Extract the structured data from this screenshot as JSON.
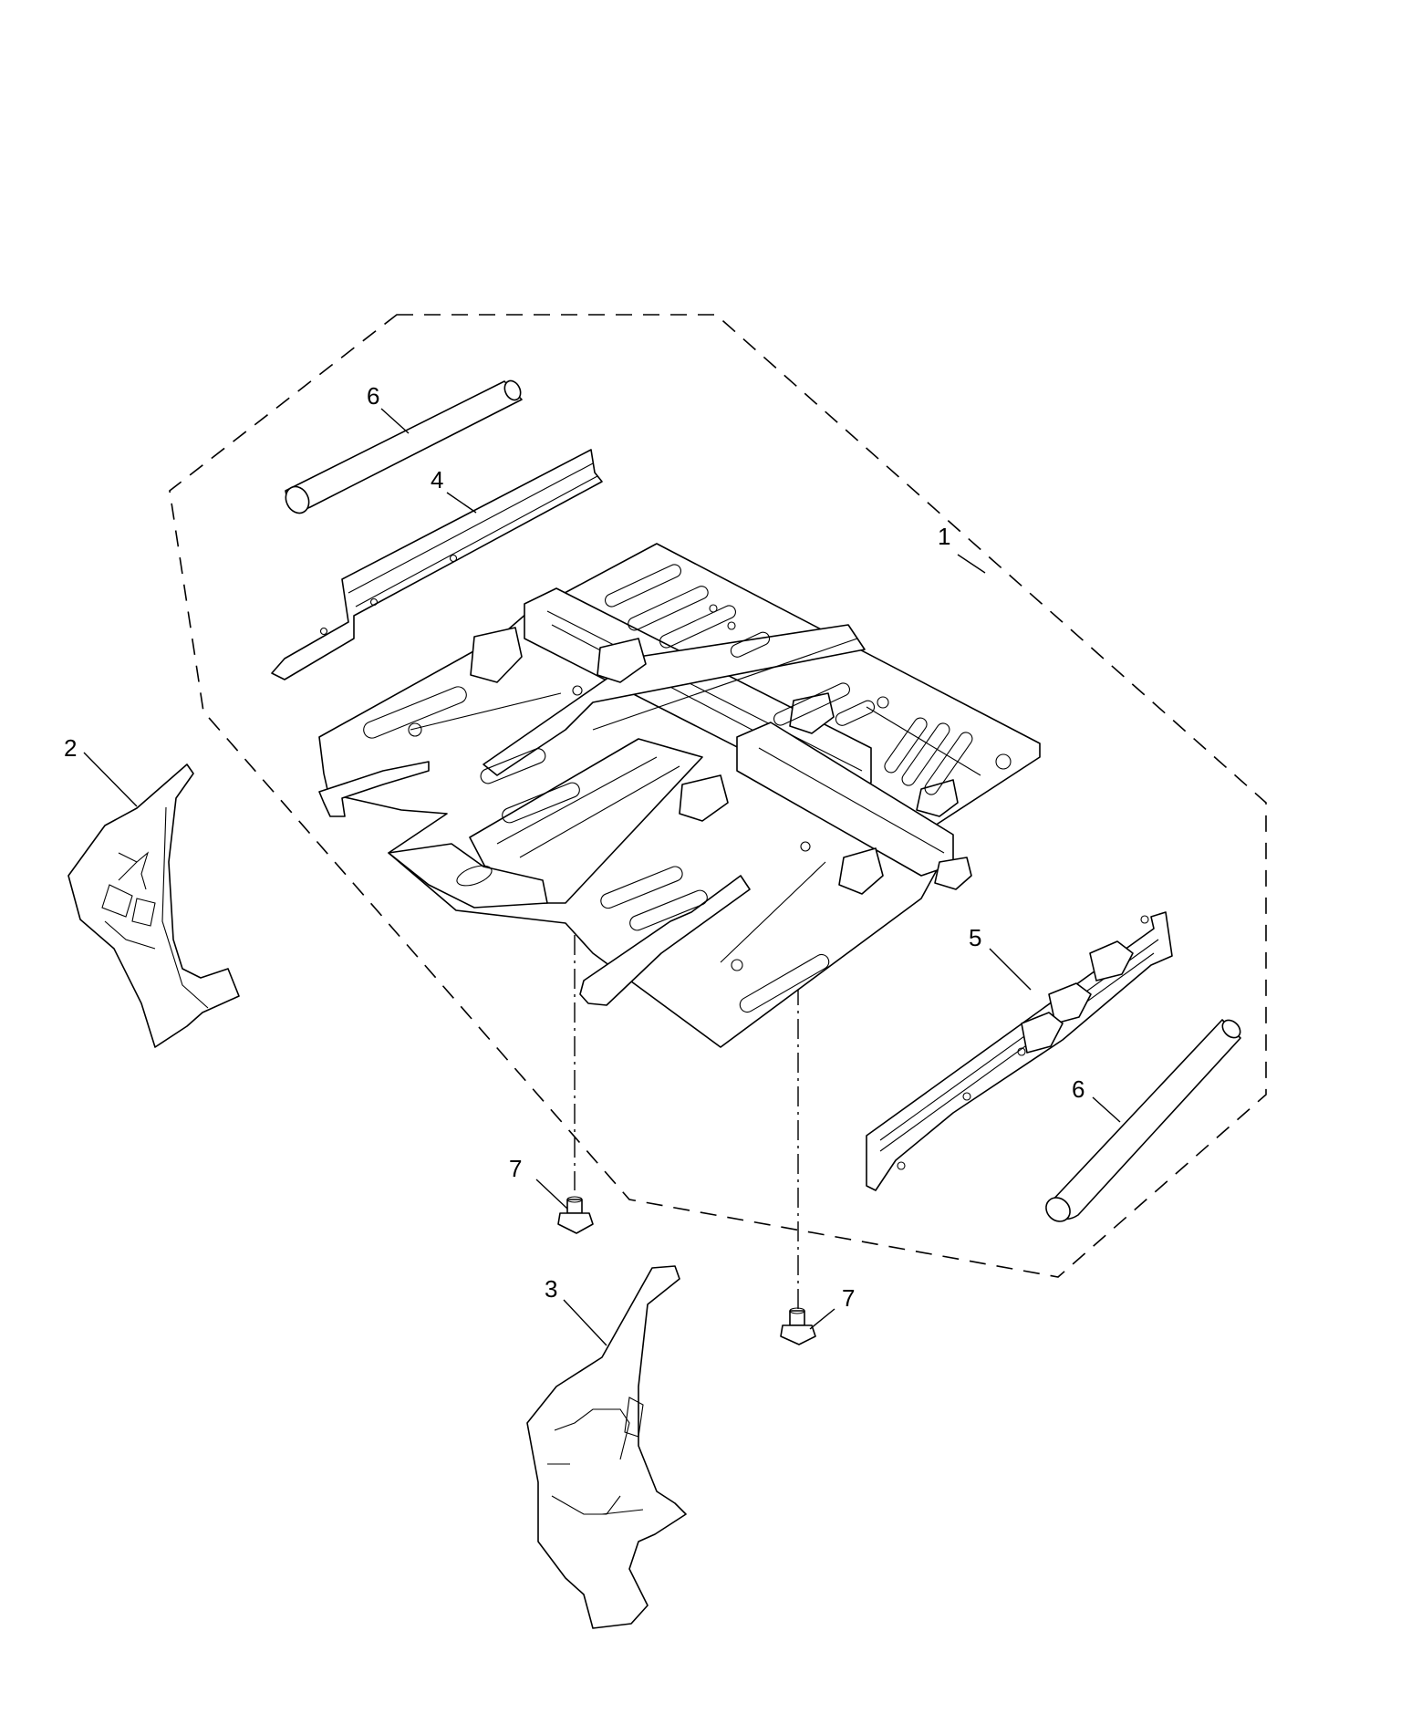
{
  "callouts": [
    {
      "id": "c1",
      "label": "1"
    },
    {
      "id": "c2",
      "label": "2"
    },
    {
      "id": "c3",
      "label": "3"
    },
    {
      "id": "c4",
      "label": "4"
    },
    {
      "id": "c5",
      "label": "5"
    },
    {
      "id": "c6a",
      "label": "6"
    },
    {
      "id": "c6b",
      "label": "6"
    },
    {
      "id": "c7a",
      "label": "7"
    },
    {
      "id": "c7b",
      "label": "7"
    }
  ]
}
